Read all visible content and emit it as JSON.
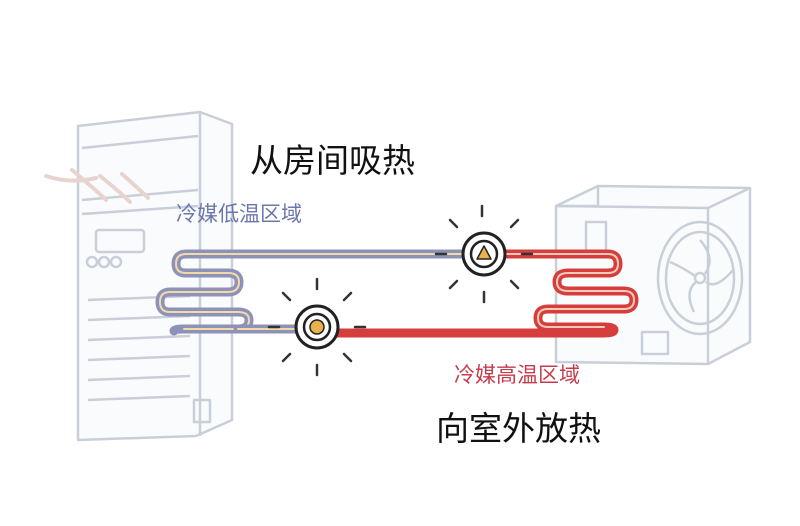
{
  "labels": {
    "absorb_heat": "从房间吸热",
    "low_temp_zone": "冷媒低温区域",
    "high_temp_zone": "冷媒高温区域",
    "release_heat": "向室外放热"
  },
  "colors": {
    "cold_pipe": "#8d93b8",
    "hot_pipe": "#d63d3d",
    "low_temp_text": "#6c78ad",
    "high_temp_text": "#c63c4e",
    "unit_outline": "#c9cfd8",
    "valve_fill": "#e9b24a"
  },
  "icons": [
    "indoor-unit-icon",
    "outdoor-unit-icon",
    "compressor-valve-icon",
    "expansion-valve-icon",
    "fan-icon"
  ]
}
